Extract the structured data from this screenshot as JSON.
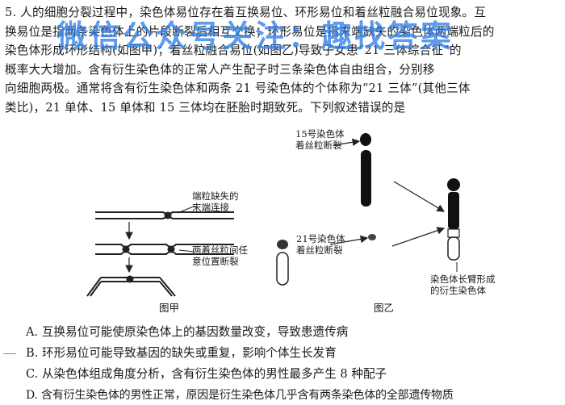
{
  "question": {
    "number": "5.",
    "lines": [
      "人的细胞分裂过程中，染色体易位存在着互换易位、环形易位和着丝粒融合易位现象。互",
      "换易位是指两条染色体上的片段断裂后相互交换；环形易位是指末端缺失的染色体两端粒后的",
      "染色体形成环形结构(如图甲)；着丝粒融合易位(如图乙)导致子女患“21 三体综合征”的",
      "概率大大增加。含有衍生染色体的正常人产生配子时三条染色体自由组合，分别移",
      "向细胞两极。通常将含有衍生染色体和两条 21 号染色体的个体称为“21 三体”(其他三体",
      "类比)，21 单体、15 单体和 15 三体均在胚胎时期致死。下列叙述错误的是"
    ]
  },
  "watermark": "微信公众号关注：趣找答案",
  "figure_a": {
    "caption": "图甲",
    "label_top": [
      "端粒缺失的",
      "末端连接"
    ],
    "label_bottom": [
      "两着丝粒间任",
      "意位置断裂"
    ]
  },
  "figure_b": {
    "caption": "图乙",
    "label_15": [
      "15号染色体",
      "着丝粒断裂"
    ],
    "label_21": [
      "21号染色体",
      "着丝粒断裂"
    ],
    "label_result": [
      "染色体长臂形成",
      "的衍生染色体"
    ]
  },
  "options": [
    {
      "key": "A.",
      "text": "互换易位可能使原染色体上的基因数量改变，导致患遗传病"
    },
    {
      "key": "B.",
      "text": "环形易位可能导致基因的缺失或重复，影响个体生长发育"
    },
    {
      "key": "C.",
      "text": "从染色体组成角度分析，含有衍生染色体的男性最多产生 8 种配子"
    },
    {
      "key": "D.",
      "text": "含有衍生染色体的男性正常，原因是衍生染色体几乎含有两条染色体的全部遗传物质"
    }
  ]
}
